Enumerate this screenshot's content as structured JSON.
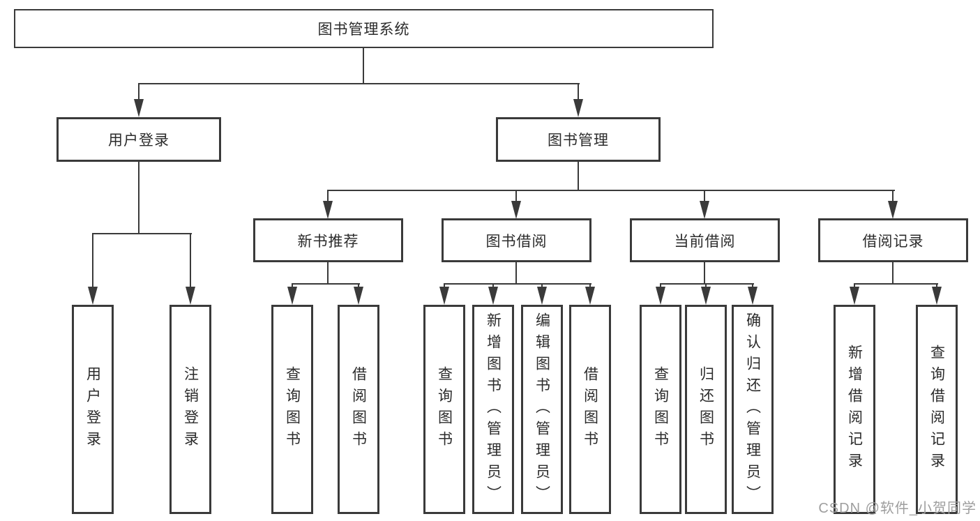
{
  "colors": {
    "line_color": "#3a3a3a",
    "text_color": "#2b2b2b",
    "watermark_color": "#9e9e9e"
  },
  "watermark": {
    "text": "CSDN @软件_小贺同学"
  },
  "tree": {
    "label": "图书管理系统",
    "children": [
      {
        "label": "用户登录",
        "children": [
          {
            "label": "用户登录"
          },
          {
            "label": "注销登录"
          }
        ]
      },
      {
        "label": "图书管理",
        "children": [
          {
            "label": "新书推荐",
            "children": [
              {
                "label": "查询图书"
              },
              {
                "label": "借阅图书"
              }
            ]
          },
          {
            "label": "图书借阅",
            "children": [
              {
                "label": "查询图书"
              },
              {
                "label": "新增图书（管理员）"
              },
              {
                "label": "编辑图书（管理员）"
              },
              {
                "label": "借阅图书"
              }
            ]
          },
          {
            "label": "当前借阅",
            "children": [
              {
                "label": "查询图书"
              },
              {
                "label": "归还图书"
              },
              {
                "label": "确认归还（管理员）"
              }
            ]
          },
          {
            "label": "借阅记录",
            "children": [
              {
                "label": "新增借阅记录"
              },
              {
                "label": "查询借阅记录"
              }
            ]
          }
        ]
      }
    ]
  }
}
